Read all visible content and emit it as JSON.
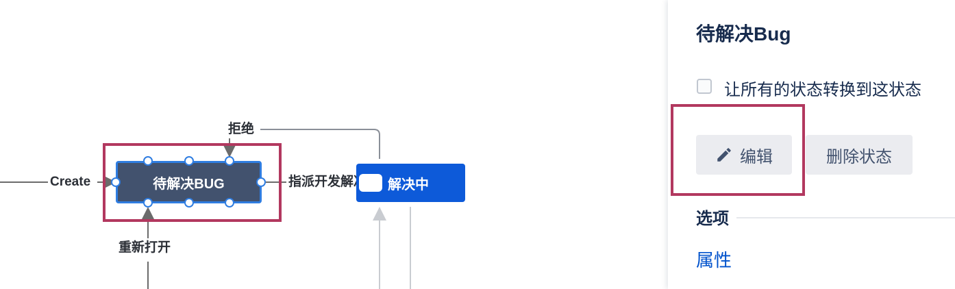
{
  "workflow": {
    "edges": {
      "create": "Create",
      "reject": "拒绝",
      "assign": "指派开发解决",
      "reopen": "重新打开"
    },
    "nodes": {
      "selected": "待解决BUG",
      "resolving": "解决中"
    },
    "colors": {
      "selected_node_bg": "#42526e",
      "selected_node_border": "#2f7de1",
      "resolving_node_bg": "#0d5ad9",
      "highlight": "#b2385f"
    }
  },
  "panel": {
    "title": "待解决Bug",
    "checkbox": {
      "label": "让所有的状态转换到这状态",
      "checked": false
    },
    "edit_button": {
      "icon": "pencil-icon",
      "label": "编辑"
    },
    "delete_button": {
      "label": "删除状态"
    },
    "options_heading": "选项",
    "properties_link": "属性"
  }
}
